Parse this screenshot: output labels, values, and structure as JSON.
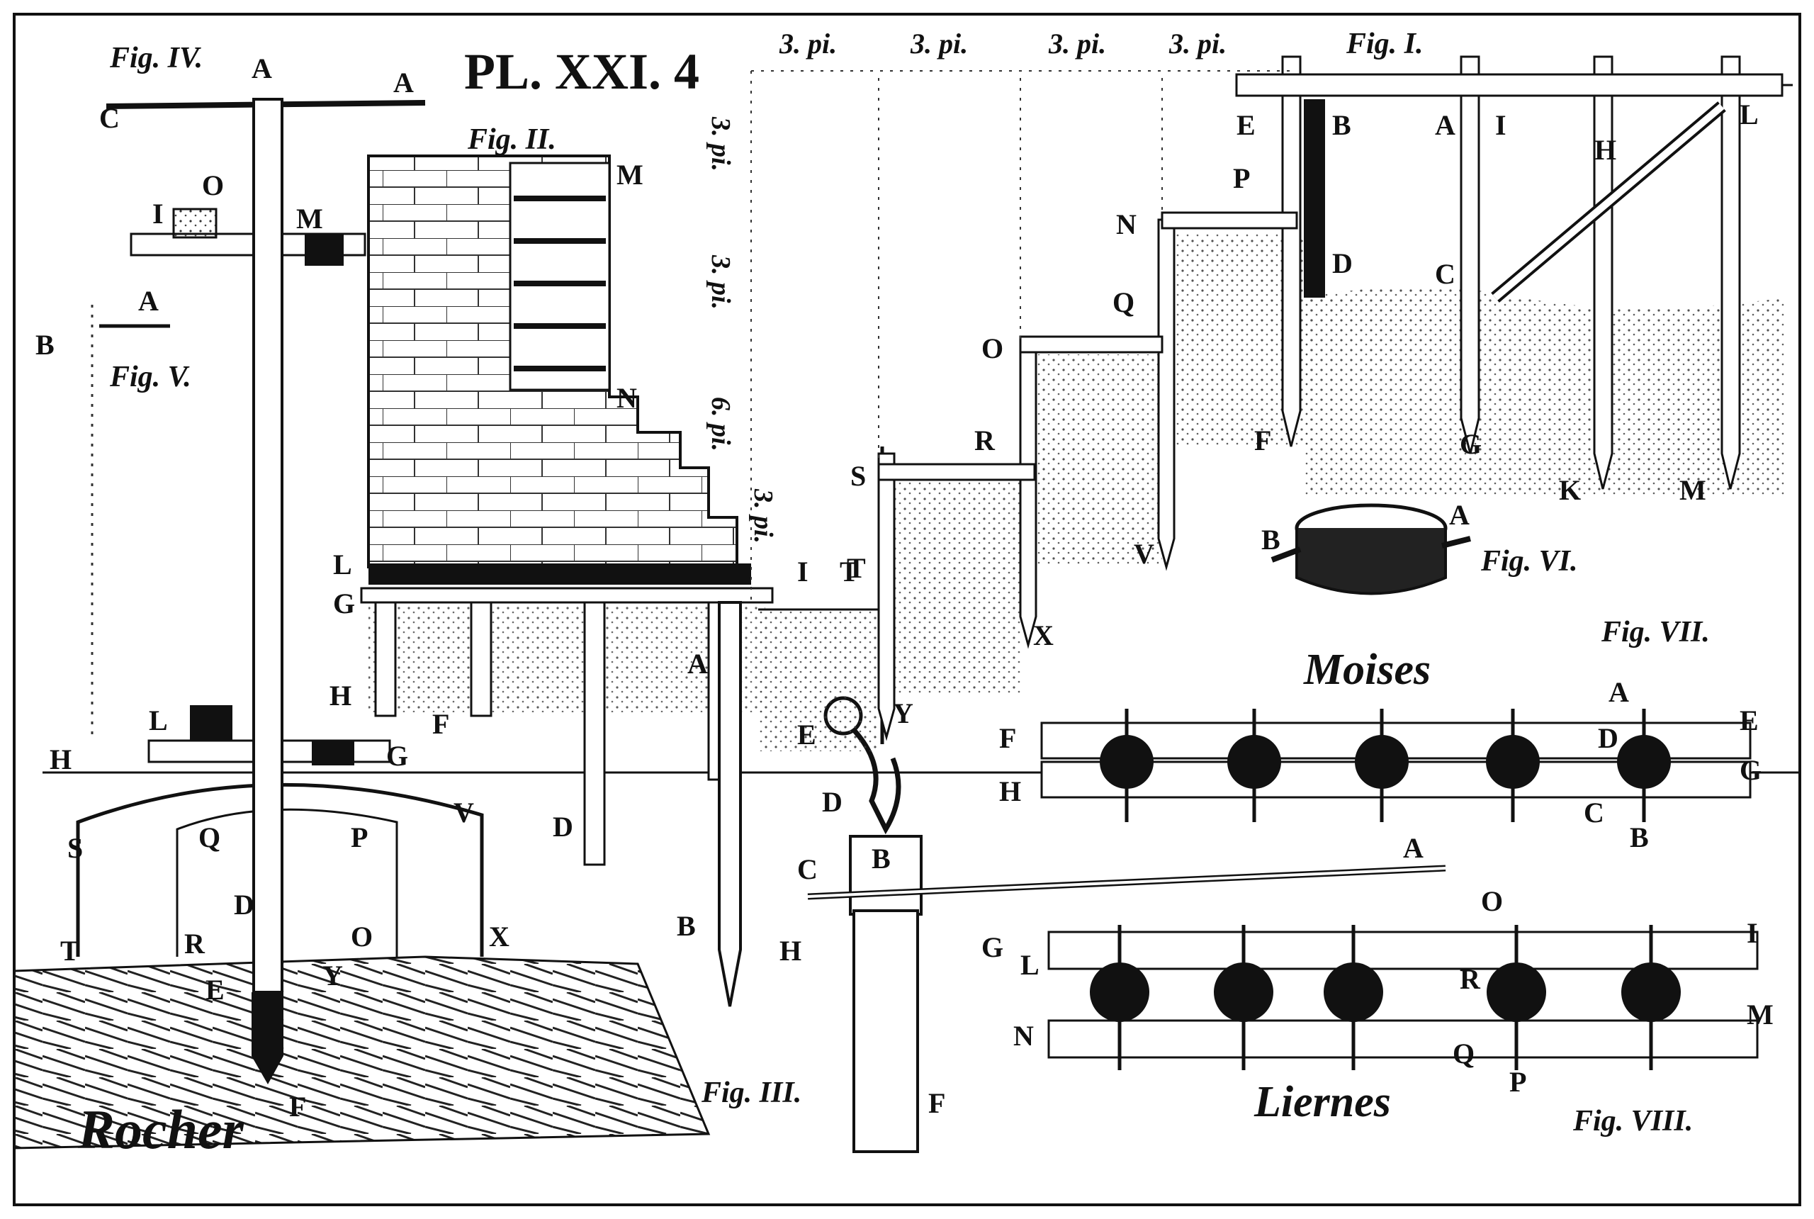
{
  "plate": {
    "title": "PL. XXI. 4",
    "colors": {
      "ink": "#111111",
      "paper": "#ffffff",
      "shade": "#3a3a3a"
    }
  },
  "figures": {
    "fig1": {
      "caption": "Fig. I.",
      "letters": [
        "A",
        "B",
        "C",
        "D",
        "E",
        "F",
        "G",
        "H",
        "I",
        "K",
        "L",
        "M",
        "N",
        "O",
        "P",
        "Q",
        "R",
        "S",
        "T",
        "V",
        "X",
        "Y"
      ]
    },
    "fig2": {
      "caption": "Fig. II.",
      "letters": [
        "M",
        "N",
        "L",
        "G",
        "H",
        "F",
        "D",
        "A",
        "B",
        "I",
        "T"
      ]
    },
    "fig3": {
      "caption": "Fig. III.",
      "letters": [
        "A",
        "B",
        "C",
        "D",
        "E",
        "F",
        "G",
        "H",
        "Y"
      ]
    },
    "fig4": {
      "caption": "Fig. IV.",
      "letters": [
        "A",
        "B",
        "C",
        "D",
        "E",
        "F",
        "G",
        "H",
        "I",
        "L",
        "M",
        "N",
        "O",
        "P",
        "Q",
        "R",
        "S",
        "T",
        "V",
        "X",
        "Y"
      ]
    },
    "fig5": {
      "caption": "Fig. V.",
      "letters": [
        "A",
        "B"
      ]
    },
    "fig6": {
      "caption": "Fig. VI.",
      "letters": [
        "A",
        "B"
      ]
    },
    "fig7": {
      "caption": "Fig. VII.",
      "title": "Moises",
      "letters": [
        "A",
        "B",
        "C",
        "D",
        "E",
        "F",
        "G",
        "H"
      ]
    },
    "fig8": {
      "caption": "Fig. VIII.",
      "title": "Liernes",
      "letters": [
        "I",
        "L",
        "M",
        "N",
        "O",
        "P",
        "Q",
        "R"
      ]
    }
  },
  "dimensions": {
    "top": [
      "3. pi.",
      "3. pi.",
      "3. pi.",
      "3. pi."
    ],
    "vertical": [
      "3. pi.",
      "3. pi.",
      "6. pi.",
      "3. pi."
    ]
  },
  "terrain": {
    "rock_label": "Rocher"
  }
}
